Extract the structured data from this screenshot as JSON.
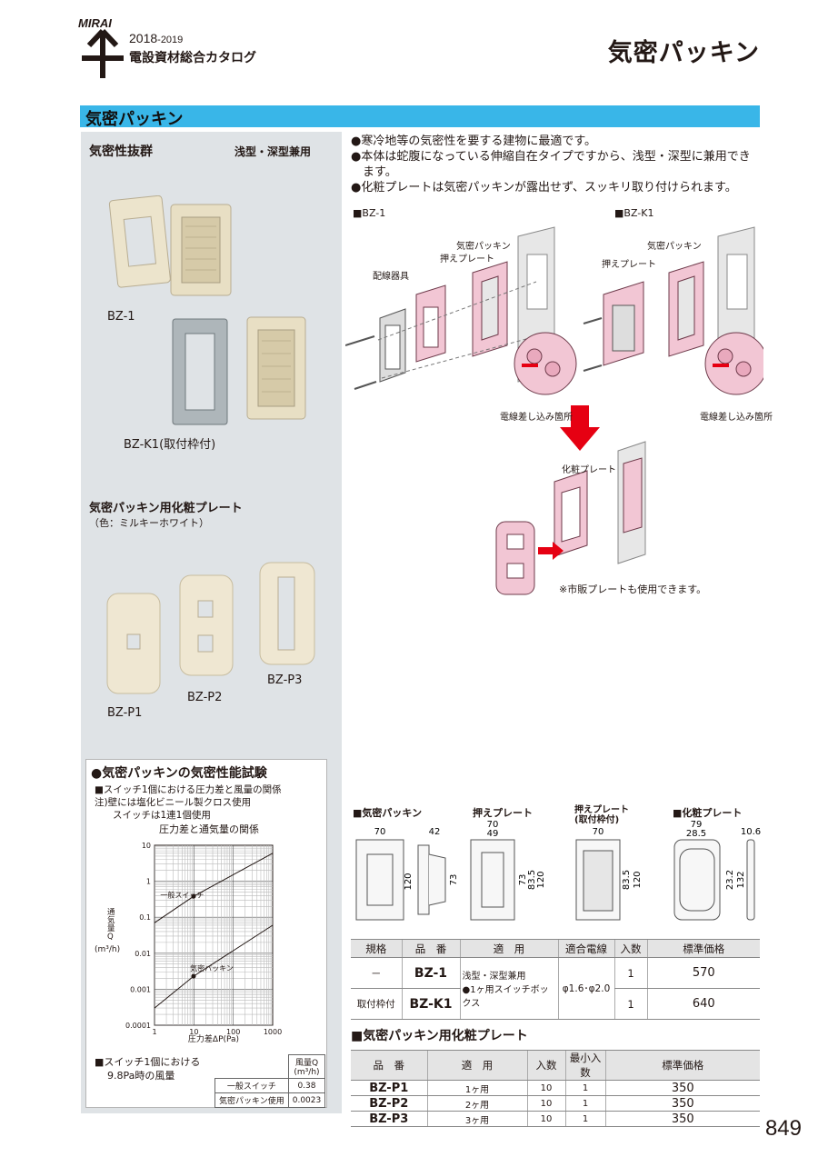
{
  "header": {
    "brand": "MIRAI",
    "year_main": "2018",
    "year_sub": "-2019",
    "catalog": "電設資材総合カタログ",
    "title": "気密パッキン"
  },
  "section": {
    "title": "気密パッキン"
  },
  "left": {
    "feature": "気密性抜群",
    "feature_sub": "浅型・深型兼用",
    "bz1": "BZ-1",
    "bzk1": "BZ-K1(取付枠付)",
    "plate_title": "気密パッキン用化粧プレート",
    "plate_color": "（色：ミルキーホワイト）",
    "p1": "BZ-P1",
    "p2": "BZ-P2",
    "p3": "BZ-P3"
  },
  "test": {
    "title": "●気密パッキンの気密性能試験",
    "note1": "■スイッチ1個における圧力差と風量の関係",
    "note2": "注)壁には塩化ビニール製クロス使用",
    "note3": "スイッチは1連1個使用",
    "chart_title": "圧力差と通気量の関係",
    "ylabel": "通気量Q",
    "yunit": "(m³/h)",
    "xlabel": "圧力差ΔP(Pa)",
    "bottom_label1": "■スイッチ1個における",
    "bottom_label2": "9.8Pa時の風量",
    "mini_head1": "風量Q",
    "mini_head2": "(m³/h)",
    "mini_rows": [
      {
        "name": "一般スイッチ",
        "value": "0.38"
      },
      {
        "name": "気密パッキン使用",
        "value": "0.0023"
      }
    ]
  },
  "chart_data": {
    "type": "line",
    "title": "圧力差と通気量の関係",
    "xlabel": "圧力差ΔP(Pa)",
    "ylabel": "通気量Q (m³/h)",
    "xscale": "log",
    "yscale": "log",
    "xlim": [
      1,
      1000
    ],
    "ylim": [
      0.0001,
      10
    ],
    "x_ticks": [
      "1",
      "10",
      "100",
      "1000"
    ],
    "y_ticks": [
      "10",
      "1",
      "0.1",
      "0.01",
      "0.001",
      "0.0001"
    ],
    "series": [
      {
        "name": "一般スイッチ",
        "x": [
          1,
          9.8,
          1000
        ],
        "y": [
          0.07,
          0.38,
          6
        ]
      },
      {
        "name": "気密パッキン",
        "x": [
          1,
          9.8,
          1000
        ],
        "y": [
          0.0003,
          0.0023,
          0.06
        ]
      }
    ]
  },
  "bullets": [
    "●寒冷地等の気密性を要する建物に最適です。",
    "●本体は蛇腹になっている伸縮自在タイプですから、浅型・深型に兼用できます。",
    "●化粧プレートは気密パッキンが露出せず、スッキリ取り付けられます。"
  ],
  "diagram": {
    "bz1_label": "■BZ-1",
    "bzk1_label": "■BZ-K1",
    "packing": "気密パッキン",
    "press_plate": "押えプレート",
    "wiring": "配線器具",
    "insert": "電線差し込み箇所",
    "cosmetic_plate": "化粧プレート",
    "note": "※市販プレートも使用できます。"
  },
  "dims": {
    "packing_label": "■気密パッキン",
    "press_label": "押えプレート",
    "press_k_label1": "押えプレート",
    "press_k_label2": "(取付枠付)",
    "plate_label": "■化粧プレート",
    "d70a": "70",
    "d42": "42",
    "d120a": "120",
    "d73a": "73",
    "d70b": "70",
    "d49": "49",
    "d73b": "73",
    "d83b": "83.5",
    "d120b": "120",
    "d70c": "70",
    "d83c": "83.5",
    "d120c": "120",
    "d79": "79",
    "d28": "28.5",
    "d10": "10.6",
    "d23": "23.2",
    "d132": "132"
  },
  "spec_table": {
    "headers": [
      "規格",
      "品　番",
      "適　用",
      "適合電線",
      "入数",
      "標準価格"
    ],
    "rows": [
      {
        "spec": "－",
        "code": "BZ-1",
        "qty": "1",
        "price": "570"
      },
      {
        "spec": "取付枠付",
        "code": "BZ-K1",
        "qty": "1",
        "price": "640"
      }
    ],
    "apply1": "浅型・深型兼用",
    "apply2": "●1ヶ用スイッチボックス",
    "wire": "φ1.6･φ2.0"
  },
  "plate_table": {
    "title": "■気密パッキン用化粧プレート",
    "headers": [
      "品　番",
      "適　用",
      "入数",
      "最小入数",
      "標準価格"
    ],
    "rows": [
      {
        "code": "BZ-P1",
        "apply": "1ヶ用",
        "qty": "10",
        "min": "1",
        "price": "350"
      },
      {
        "code": "BZ-P2",
        "apply": "2ヶ用",
        "qty": "10",
        "min": "1",
        "price": "350"
      },
      {
        "code": "BZ-P3",
        "apply": "3ヶ用",
        "qty": "10",
        "min": "1",
        "price": "350"
      }
    ]
  },
  "page_number": "849"
}
